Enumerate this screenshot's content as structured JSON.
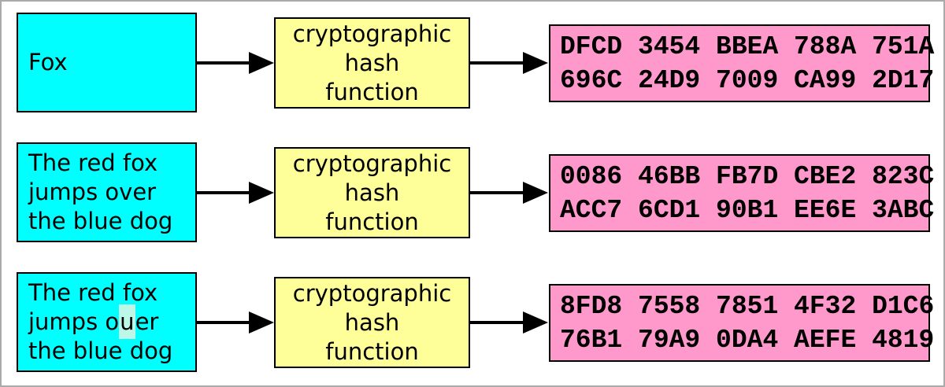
{
  "diagram": {
    "description": "cryptographic hash function flow diagram",
    "colors": {
      "input_fill": "#00ffff",
      "process_fill": "#ffff99",
      "output_fill": "#ff99cc",
      "highlight_fill": "#bdf7e7",
      "box_border": "#000000",
      "frame_border": "#aaaaaa"
    },
    "rows": [
      {
        "input": {
          "text": "Fox"
        },
        "process": {
          "text": "cryptographic\nhash\nfunction"
        },
        "output": {
          "text": "DFCD 3454 BBEA 788A 751A\n696C 24D9 7009 CA99 2D17"
        }
      },
      {
        "input": {
          "text": "The red fox\njumps over\nthe blue dog"
        },
        "process": {
          "text": "cryptographic\nhash\nfunction"
        },
        "output": {
          "text": "0086 46BB FB7D CBE2 823C\nACC7 6CD1 90B1 EE6E 3ABC"
        }
      },
      {
        "input": {
          "line1": "The red fox",
          "line2_pre": "jumps o",
          "line2_highlight": "u",
          "line2_post": "er",
          "line3": "the blue dog"
        },
        "process": {
          "text": "cryptographic\nhash\nfunction"
        },
        "output": {
          "text": "8FD8 7558 7851 4F32 D1C6\n76B1 79A9 0DA4 AEFE 4819"
        }
      }
    ]
  }
}
